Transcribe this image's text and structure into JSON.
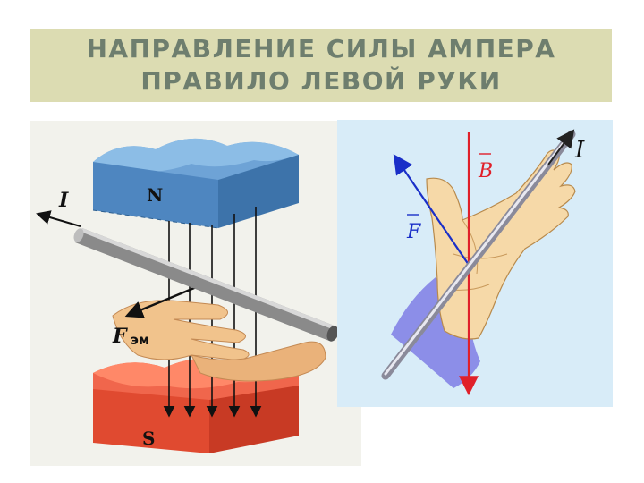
{
  "title": {
    "line1": "НАПРАВЛЕНИЕ СИЛЫ АМПЕРА",
    "line2": "ПРАВИЛО ЛЕВОЙ РУКИ"
  },
  "left_figure": {
    "pole_north": "N",
    "pole_south": "S",
    "current_label": "I",
    "force_letter": "F",
    "force_subscript": "эм",
    "colors": {
      "north": "#5b93c9",
      "south": "#e8543a",
      "hand": "#f1c38c"
    }
  },
  "right_figure": {
    "current_label": "I",
    "field_label": "B",
    "force_label": "F",
    "colors": {
      "field": "#e0202a",
      "force": "#1a2fc8",
      "hand": "#f6d9a8",
      "sleeve": "#8c8ee8"
    }
  }
}
